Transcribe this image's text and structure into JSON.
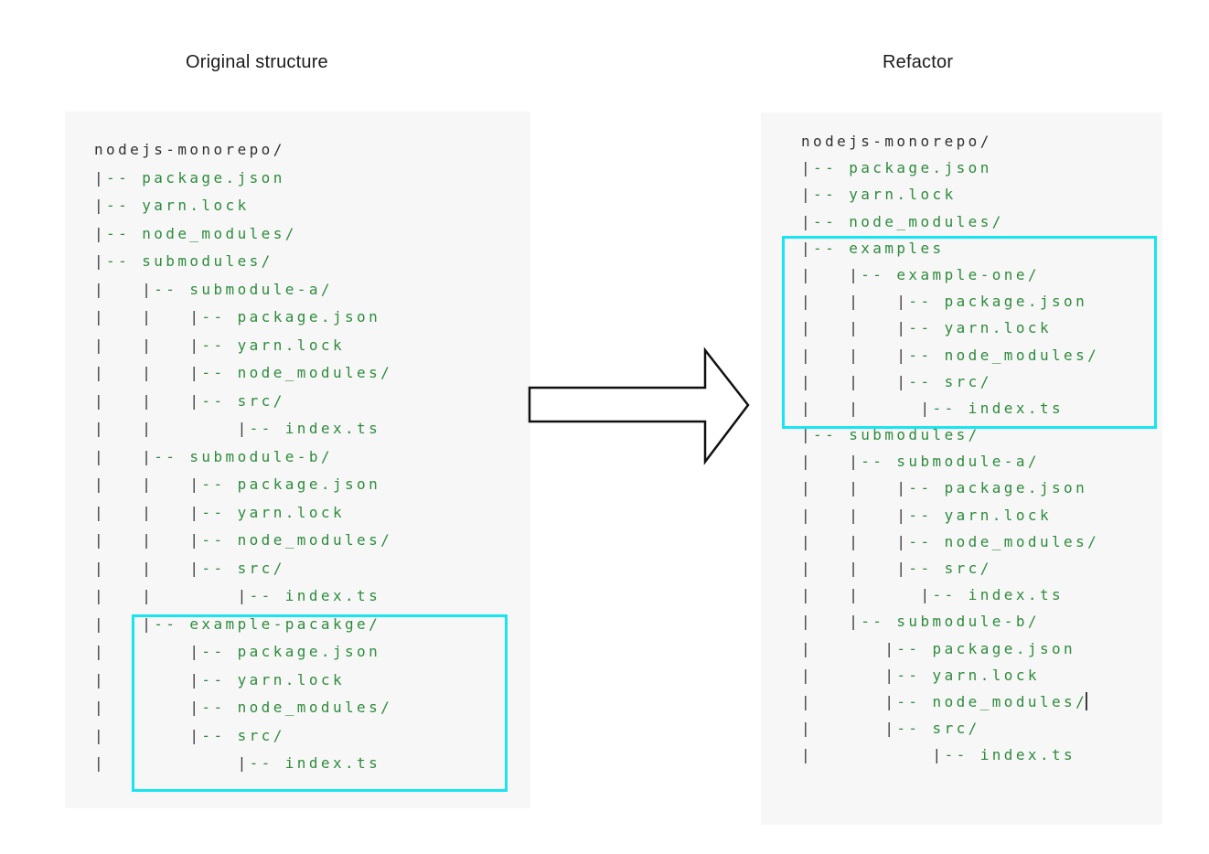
{
  "titles": {
    "left": "Original structure",
    "right": "Refactor"
  },
  "panels": {
    "left": {
      "lines": [
        {
          "text": "nodejs-monorepo/",
          "root": true
        },
        {
          "text": "|-- package.json"
        },
        {
          "text": "|-- yarn.lock"
        },
        {
          "text": "|-- node_modules/"
        },
        {
          "text": "|-- submodules/"
        },
        {
          "text": "|   |-- submodule-a/"
        },
        {
          "text": "|   |   |-- package.json"
        },
        {
          "text": "|   |   |-- yarn.lock"
        },
        {
          "text": "|   |   |-- node_modules/"
        },
        {
          "text": "|   |   |-- src/"
        },
        {
          "text": "|   |       |-- index.ts"
        },
        {
          "text": "|   |-- submodule-b/"
        },
        {
          "text": "|   |   |-- package.json"
        },
        {
          "text": "|   |   |-- yarn.lock"
        },
        {
          "text": "|   |   |-- node_modules/"
        },
        {
          "text": "|   |   |-- src/"
        },
        {
          "text": "|   |       |-- index.ts"
        },
        {
          "text": "|   |-- example-pacakge/"
        },
        {
          "text": "|       |-- package.json"
        },
        {
          "text": "|       |-- yarn.lock"
        },
        {
          "text": "|       |-- node_modules/"
        },
        {
          "text": "|       |-- src/"
        },
        {
          "text": "|           |-- index.ts"
        }
      ]
    },
    "right": {
      "lines": [
        {
          "text": "nodejs-monorepo/",
          "root": true
        },
        {
          "text": "|-- package.json"
        },
        {
          "text": "|-- yarn.lock"
        },
        {
          "text": "|-- node_modules/"
        },
        {
          "text": "|-- examples"
        },
        {
          "text": "|   |-- example-one/"
        },
        {
          "text": "|   |   |-- package.json"
        },
        {
          "text": "|   |   |-- yarn.lock"
        },
        {
          "text": "|   |   |-- node_modules/"
        },
        {
          "text": "|   |   |-- src/"
        },
        {
          "text": "|   |     |-- index.ts"
        },
        {
          "text": "|-- submodules/"
        },
        {
          "text": "|   |-- submodule-a/"
        },
        {
          "text": "|   |   |-- package.json"
        },
        {
          "text": "|   |   |-- yarn.lock"
        },
        {
          "text": "|   |   |-- node_modules/"
        },
        {
          "text": "|   |   |-- src/"
        },
        {
          "text": "|   |     |-- index.ts"
        },
        {
          "text": "|   |-- submodule-b/"
        },
        {
          "text": "|      |-- package.json"
        },
        {
          "text": "|      |-- yarn.lock"
        },
        {
          "text": "|      |-- node_modules/",
          "caret": true
        },
        {
          "text": "|      |-- src/"
        },
        {
          "text": "|          |-- index.ts"
        }
      ]
    }
  },
  "colors": {
    "file_green": "#2e8b3c",
    "pipe_dark": "#3a3a3a",
    "root_dark": "#303030",
    "panel_bg": "#f7f7f7",
    "highlight_cyan": "#17e5f2",
    "arrow_stroke": "#111111",
    "arrow_fill": "#ffffff"
  }
}
